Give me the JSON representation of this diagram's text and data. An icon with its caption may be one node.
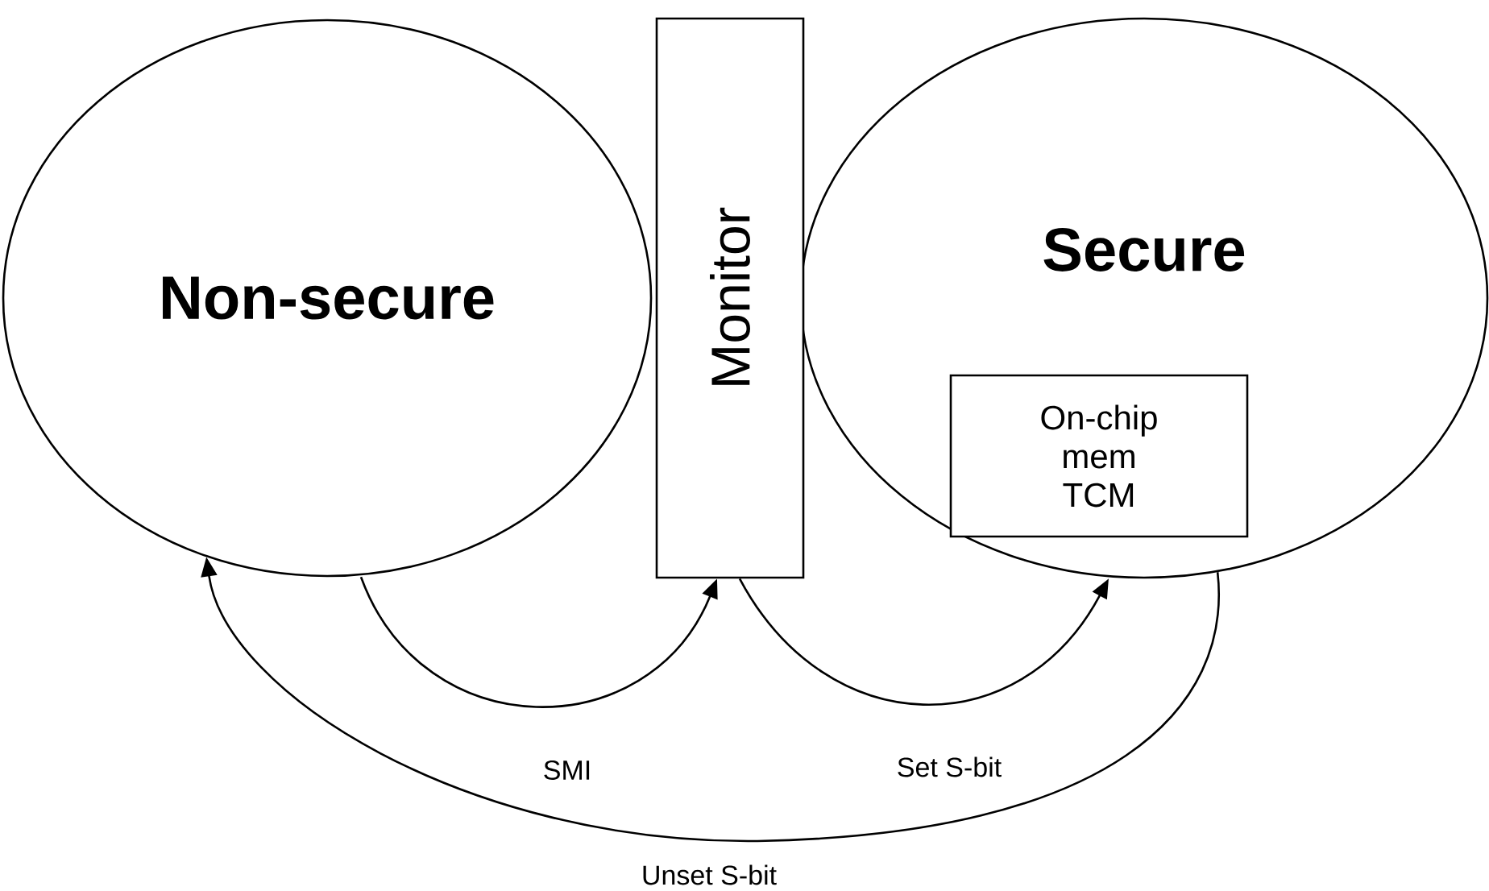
{
  "diagram": {
    "nodes": [
      {
        "text": [
          "Non-secure"
        ]
      },
      {
        "text": [
          "Monitor"
        ]
      },
      {
        "text": [
          "Secure"
        ]
      },
      {
        "text": [
          "On-chip mem TCM"
        ],
        "in": 2
      }
    ],
    "edges": [
      {
        "from": 0,
        "to": 1,
        "arrow": "to",
        "label": "SMI"
      },
      {
        "from": 1,
        "to": 2,
        "arrow": "to",
        "label": "Set S-bit"
      },
      {
        "from": 2,
        "to": 0,
        "arrow": "to",
        "label": "Unset S-bit"
      }
    ]
  }
}
